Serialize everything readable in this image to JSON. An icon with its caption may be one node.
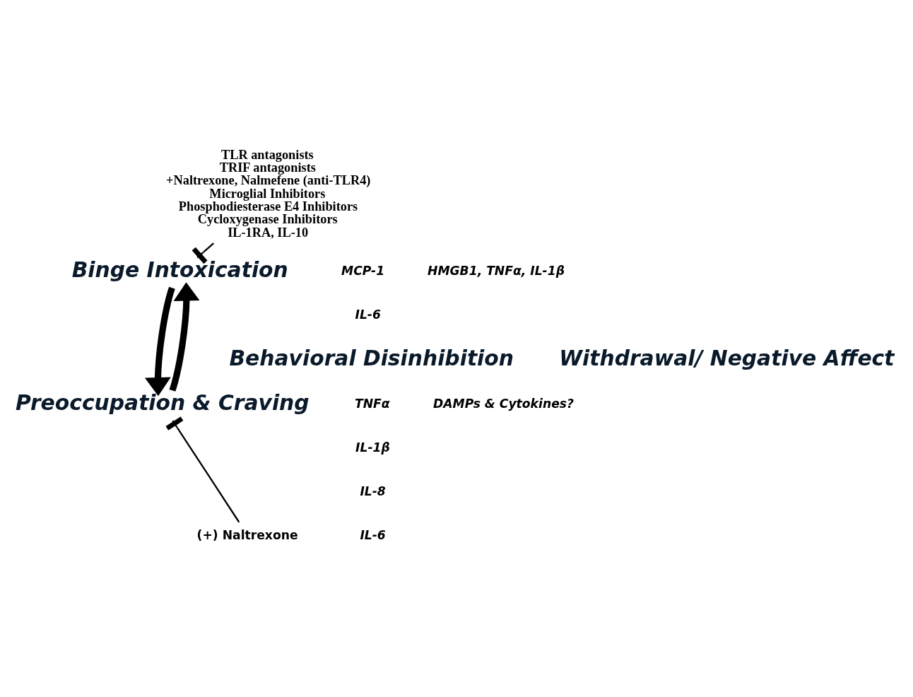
{
  "diagram": {
    "nodes": [
      {
        "text": [
          "TLR antagonists",
          "TRIF antagonists",
          "+Naltrexone, Nalmefene (anti-TLR4)",
          "Microglial Inhibitors",
          "Phosphodiesterase E4 Inhibitors",
          "Cycloxygenase Inhibitors",
          "IL-1RA, IL-10"
        ]
      },
      {
        "text": [
          "Binge Intoxication"
        ]
      },
      {
        "text": [
          "Preoccupation & Craving"
        ]
      },
      {
        "text": [
          "(+) Naltrexone"
        ]
      }
    ],
    "edges": [
      {
        "from": 0,
        "to": 1,
        "arrow": "other"
      },
      {
        "from": 1,
        "to": 2,
        "arrow": "to",
        "style": "thick"
      },
      {
        "from": 2,
        "to": 1,
        "arrow": "to",
        "style": "thick"
      },
      {
        "from": 3,
        "to": 2,
        "arrow": "other"
      }
    ],
    "labels": [
      "MCP-1",
      "IL-6",
      "HMGB1, TNFα, IL-1β",
      "Behavioral Disinhibition",
      "Withdrawal/ Negative Affect",
      "TNFα",
      "IL-1β",
      "IL-8",
      "IL-6",
      "DAMPs & Cytokines?"
    ]
  }
}
